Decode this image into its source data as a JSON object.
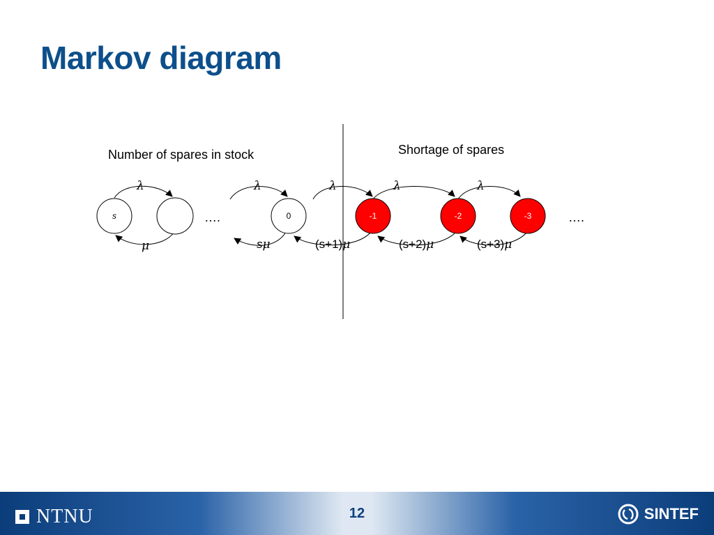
{
  "slide": {
    "title": "Markov diagram",
    "page_number": "12"
  },
  "diagram": {
    "left_heading": "Number of spares in stock",
    "right_heading": "Shortage of spares",
    "ellipsis": "….",
    "states": [
      {
        "label": "s",
        "italic": true,
        "fill": "#ffffff",
        "text_color": "#000000"
      },
      {
        "label": "",
        "italic": false,
        "fill": "#ffffff",
        "text_color": "#000000"
      },
      {
        "label": "0",
        "italic": false,
        "fill": "#ffffff",
        "text_color": "#000000"
      },
      {
        "label": "-1",
        "italic": false,
        "fill": "#ff0000",
        "text_color": "#ffffff"
      },
      {
        "label": "-2",
        "italic": false,
        "fill": "#ff0000",
        "text_color": "#ffffff"
      },
      {
        "label": "-3",
        "italic": false,
        "fill": "#ff0000",
        "text_color": "#ffffff"
      }
    ],
    "arrival_rate_symbol": "λ",
    "service_rate_symbol": "μ",
    "service_rate_labels": [
      "",
      "s",
      "(s+1)",
      "(s+2)",
      "(s+3)"
    ]
  },
  "footer": {
    "left_logo": "NTNU",
    "right_logo": "SINTEF"
  },
  "colors": {
    "title": "#0d4f8b",
    "shortage_state": "#ff0000",
    "footer_dark": "#0b3d7a"
  }
}
